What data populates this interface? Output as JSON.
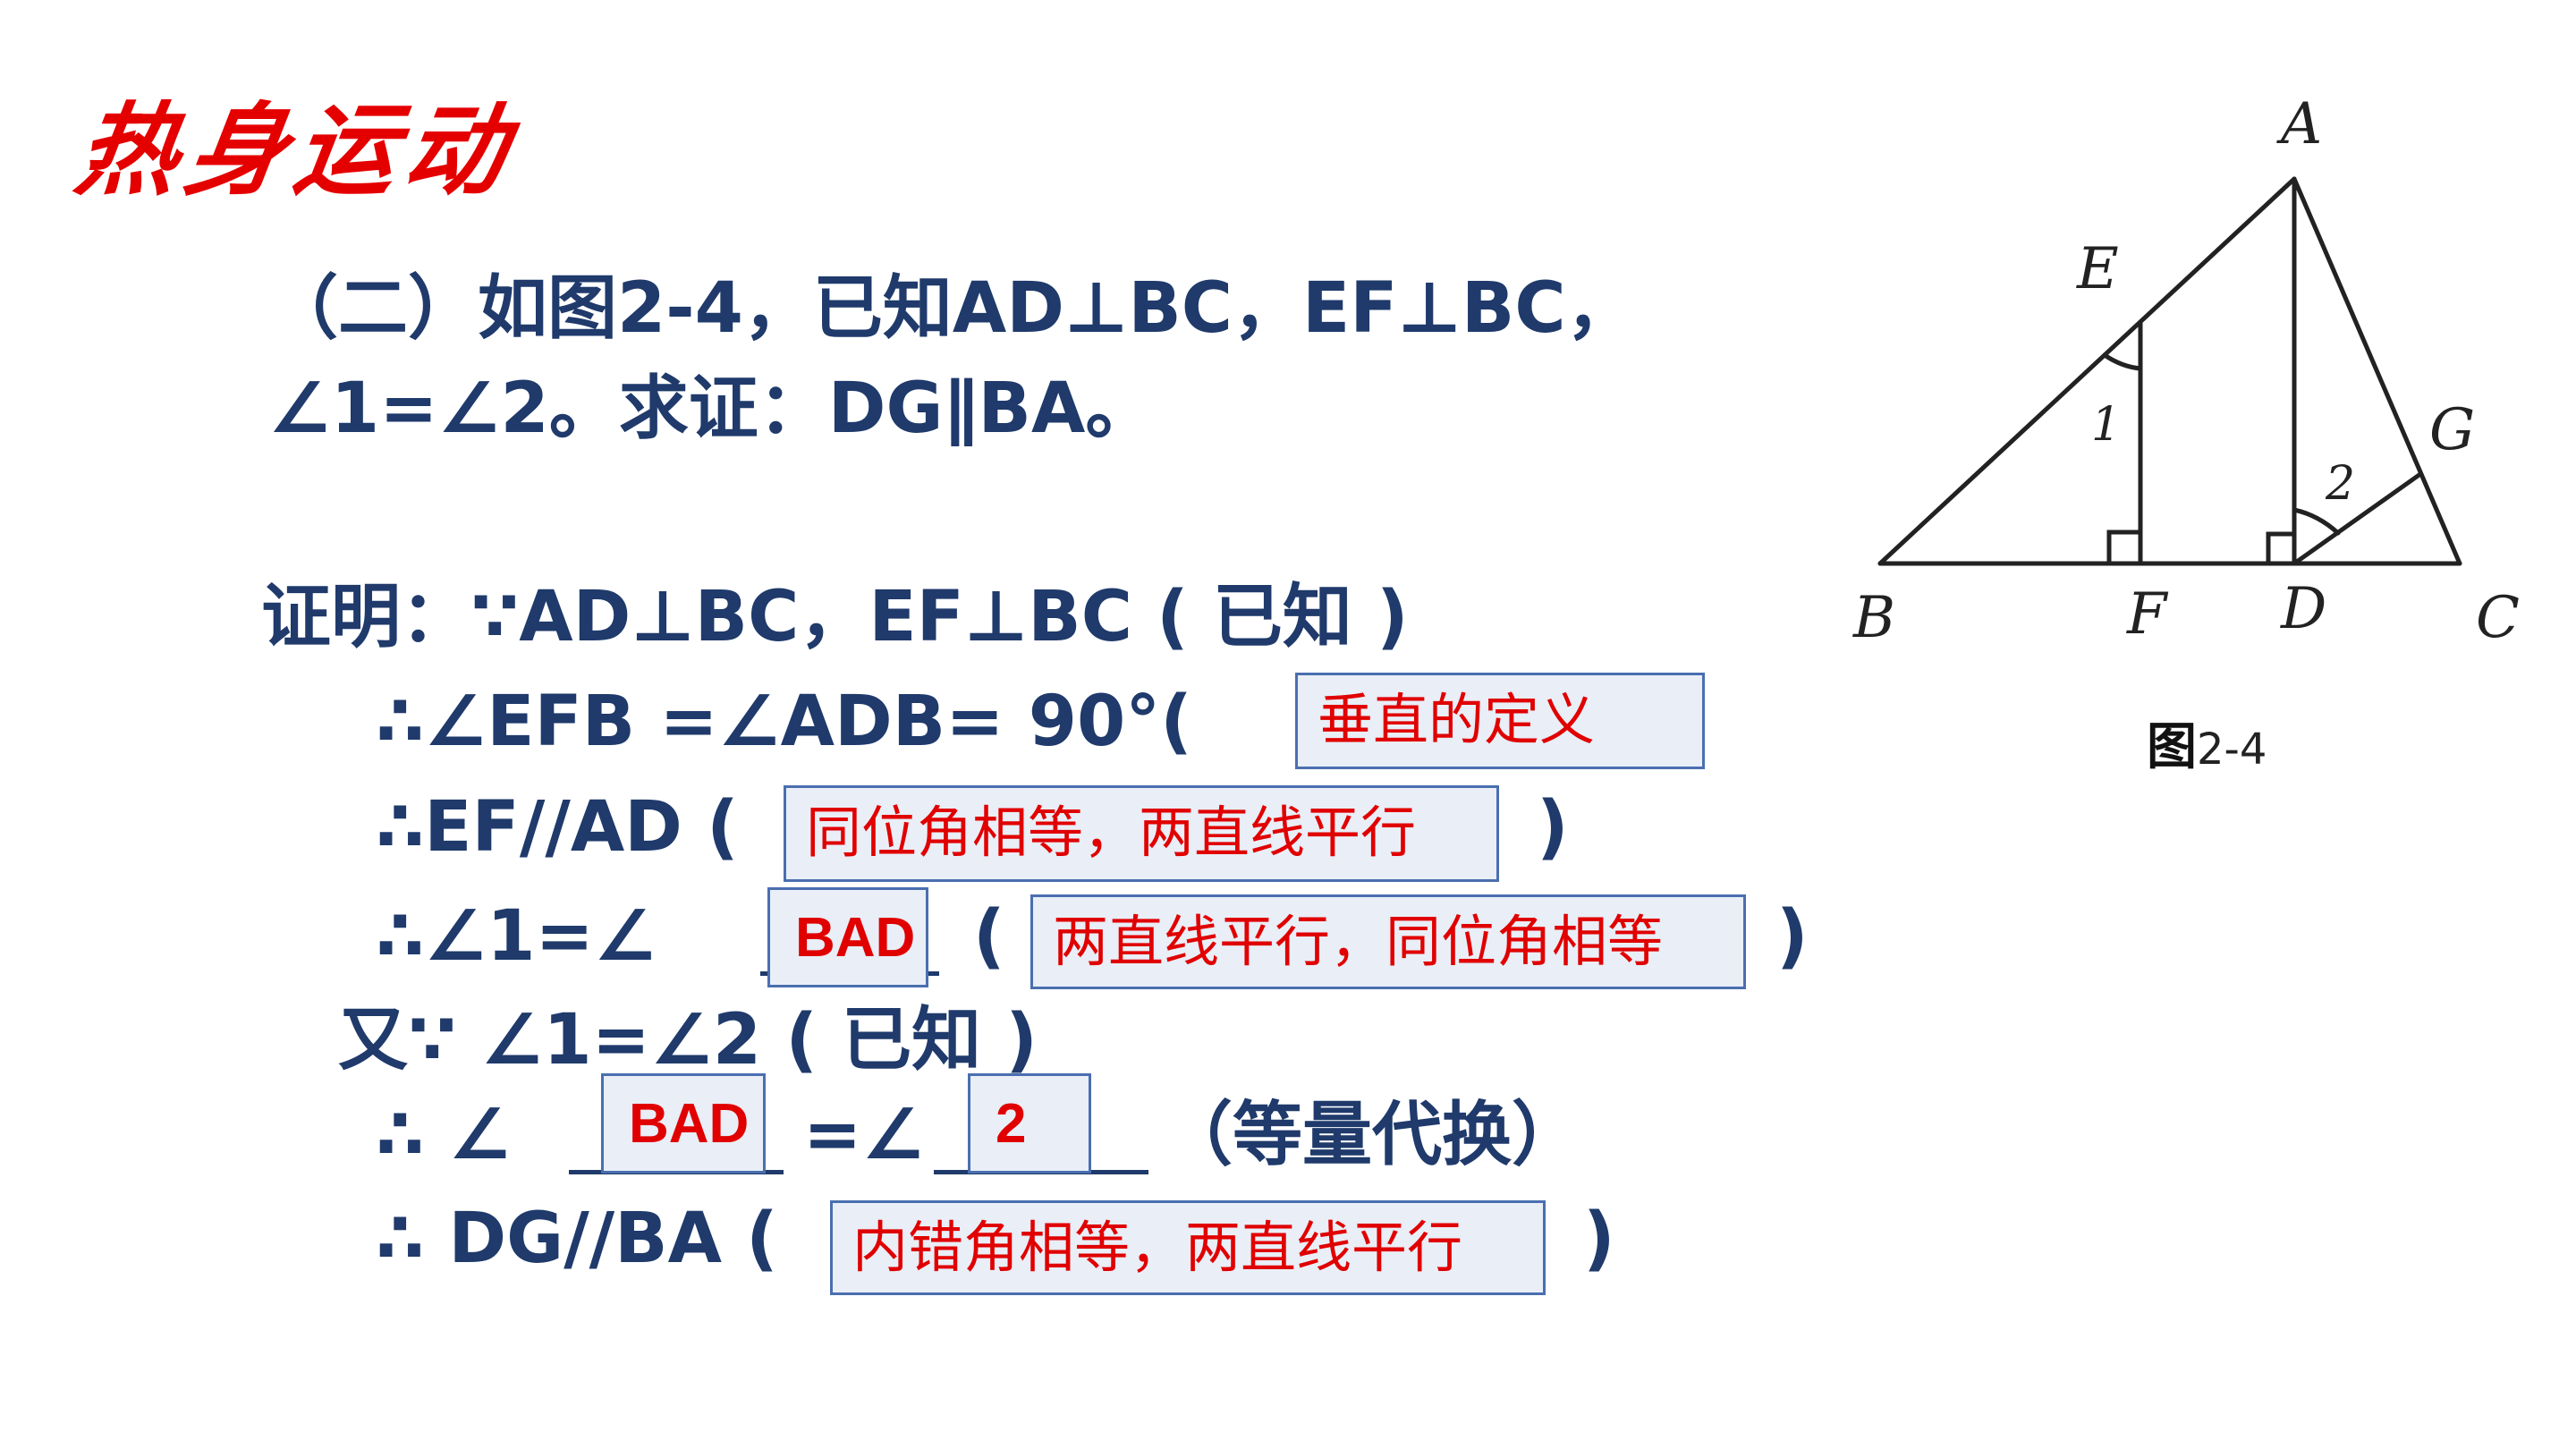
{
  "title": "热身运动",
  "problem": {
    "line1": "（二）如图2-4，已知AD⊥BC，EF⊥BC，",
    "line2": "∠1=∠2。求证：DG∥BA。"
  },
  "proof": {
    "l1": "证明：∵AD⊥BC，EF⊥BC ( 已知 )",
    "l2_pre": "∴∠EFB =∠ADB= 90°(",
    "l2_box": "垂直的定义",
    "l3_pre": "∴EF//AD (",
    "l3_box": "同位角相等，两直线平行",
    "l3_post": ")",
    "l4_pre": "∴∠1=∠",
    "l4_box1": "BAD",
    "l4_mid": "(",
    "l4_box2": "两直线平行，同位角相等",
    "l4_post": ")",
    "l5": "又∵ ∠1=∠2 ( 已知 )",
    "l6_pre": "∴ ∠",
    "l6_box1": "BAD",
    "l6_mid": "=∠",
    "l6_box2": "2",
    "l6_post": "（等量代换）",
    "l7_pre": "∴ DG//BA (",
    "l7_box": "内错角相等，两直线平行",
    "l7_post": ")"
  },
  "figure": {
    "labels": {
      "A": "A",
      "B": "B",
      "C": "C",
      "D": "D",
      "E": "E",
      "F": "F",
      "G": "G",
      "angle1": "1",
      "angle2": "2"
    },
    "caption": "图",
    "caption_num": "2-4"
  },
  "colors": {
    "title": "#e50000",
    "text": "#1f3a6b",
    "answer": "#e00000",
    "box_border": "#4a6fb0",
    "box_fill": "#e9eef7"
  }
}
